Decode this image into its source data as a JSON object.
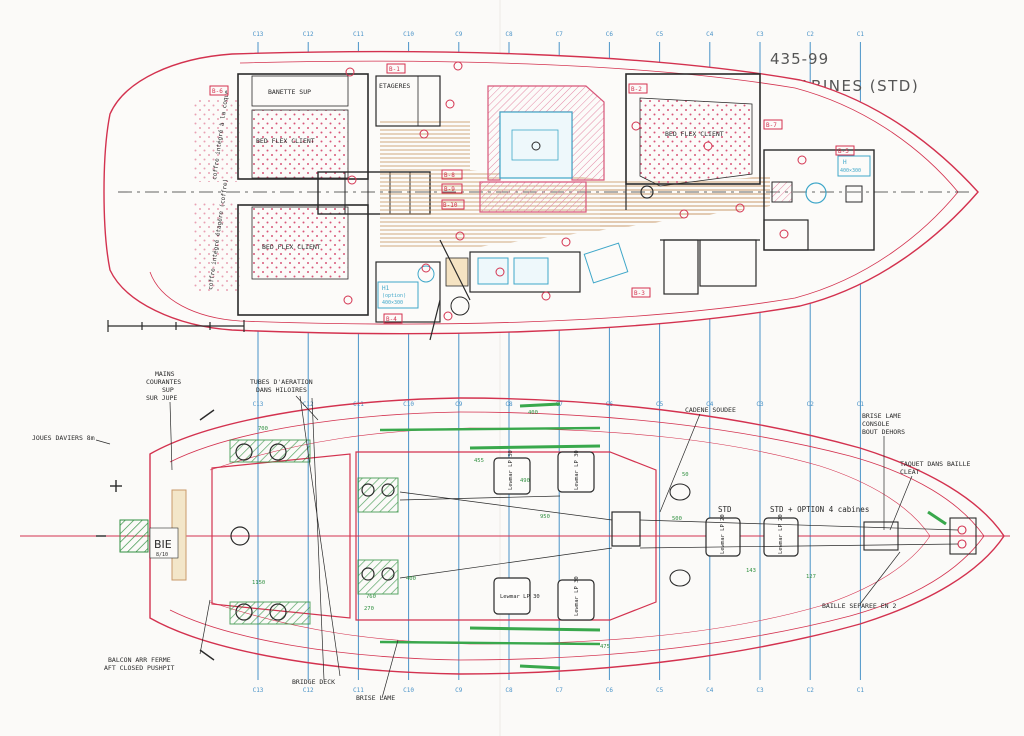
{
  "title": {
    "model": "435-99",
    "layout": "3 CABINES (STD)"
  },
  "stations": [
    "C13",
    "C12",
    "C11",
    "C10",
    "C9",
    "C8",
    "C7",
    "C6",
    "C5",
    "C4",
    "C3",
    "C2",
    "C1"
  ],
  "plan": {
    "cabins": {
      "banette_sup": "BANETTE SUP",
      "etageres": "ETAGERES",
      "bed_flex_aft_top": "BED FLEX CLIENT",
      "bed_flex_aft_bottom": "BED FLEX CLIENT",
      "bed_flex_fwd": "BED FLEX CLIENT",
      "coffre_top": "coffre intégré à la coque",
      "coffre_bottom": "coffre intégré étagère (coffre)"
    },
    "tags": {
      "b6": "B-6",
      "b1": "B-1",
      "b2": "B-2",
      "b7": "B-7",
      "b5": "B-5",
      "b8": "B-8",
      "b9": "B-9",
      "b10": "B-10",
      "b3": "B-3",
      "b4": "B-4"
    },
    "hublots": {
      "h_aft": "H1",
      "h_aft_option": "(option)",
      "h_aft_size": "400×300",
      "h_fwd": "H",
      "h_fwd_size": "400×300"
    }
  },
  "deck": {
    "labels": {
      "mains_courantes": [
        "MAINS",
        "COURANTES",
        "SUP",
        "SUR JUPE"
      ],
      "tubes_aeration": [
        "TUBES D'AERATION",
        "DANS HILOIRES"
      ],
      "joues_daviers": "JOUES DAVIERS 8m",
      "cadene_soudee": "CADENE SOUDEE",
      "brise_lame_console": [
        "BRISE LAME",
        "CONSOLE",
        "BOUT DEHORS"
      ],
      "taquet_baille": [
        "TAQUET DANS BAILLE",
        "CLEAT"
      ],
      "std": "STD",
      "std_option": "STD + OPTION 4 cabines",
      "baille_separee": "BAILLE SEPAREE EN 2",
      "balcon_arr": [
        "BALCON ARR FERME",
        "AFT CLOSED PUSHPIT"
      ],
      "bridge_deck": "BRIDGE DECK",
      "brise_lame": "BRISE LAME",
      "transom_name": "BIE",
      "transom_number": "8/10"
    },
    "hatches": [
      "Lewmar LP 30",
      "Lewmar LP 30",
      "Lewmar LP 30",
      "Lewmar LP 30",
      "Lewmar LP 20",
      "Lewmar LP 20"
    ],
    "dims": {
      "d700": "700",
      "d400": "400",
      "d455": "455",
      "d490": "490",
      "d950": "950",
      "d50": "50",
      "d500": "500",
      "d143": "143",
      "d127": "127",
      "d1150": "1150",
      "d475": "475",
      "d270": "270",
      "d760": "760",
      "d400b": "400"
    }
  },
  "colors": {
    "hull": "#d3324f",
    "station": "#4a93c8",
    "ink": "#2a2a2a",
    "cushion": "#e48aa6",
    "teak": "#c99a6a",
    "green": "#39a84c",
    "cyan": "#3fa7c9",
    "paper": "#fbfaf8"
  }
}
